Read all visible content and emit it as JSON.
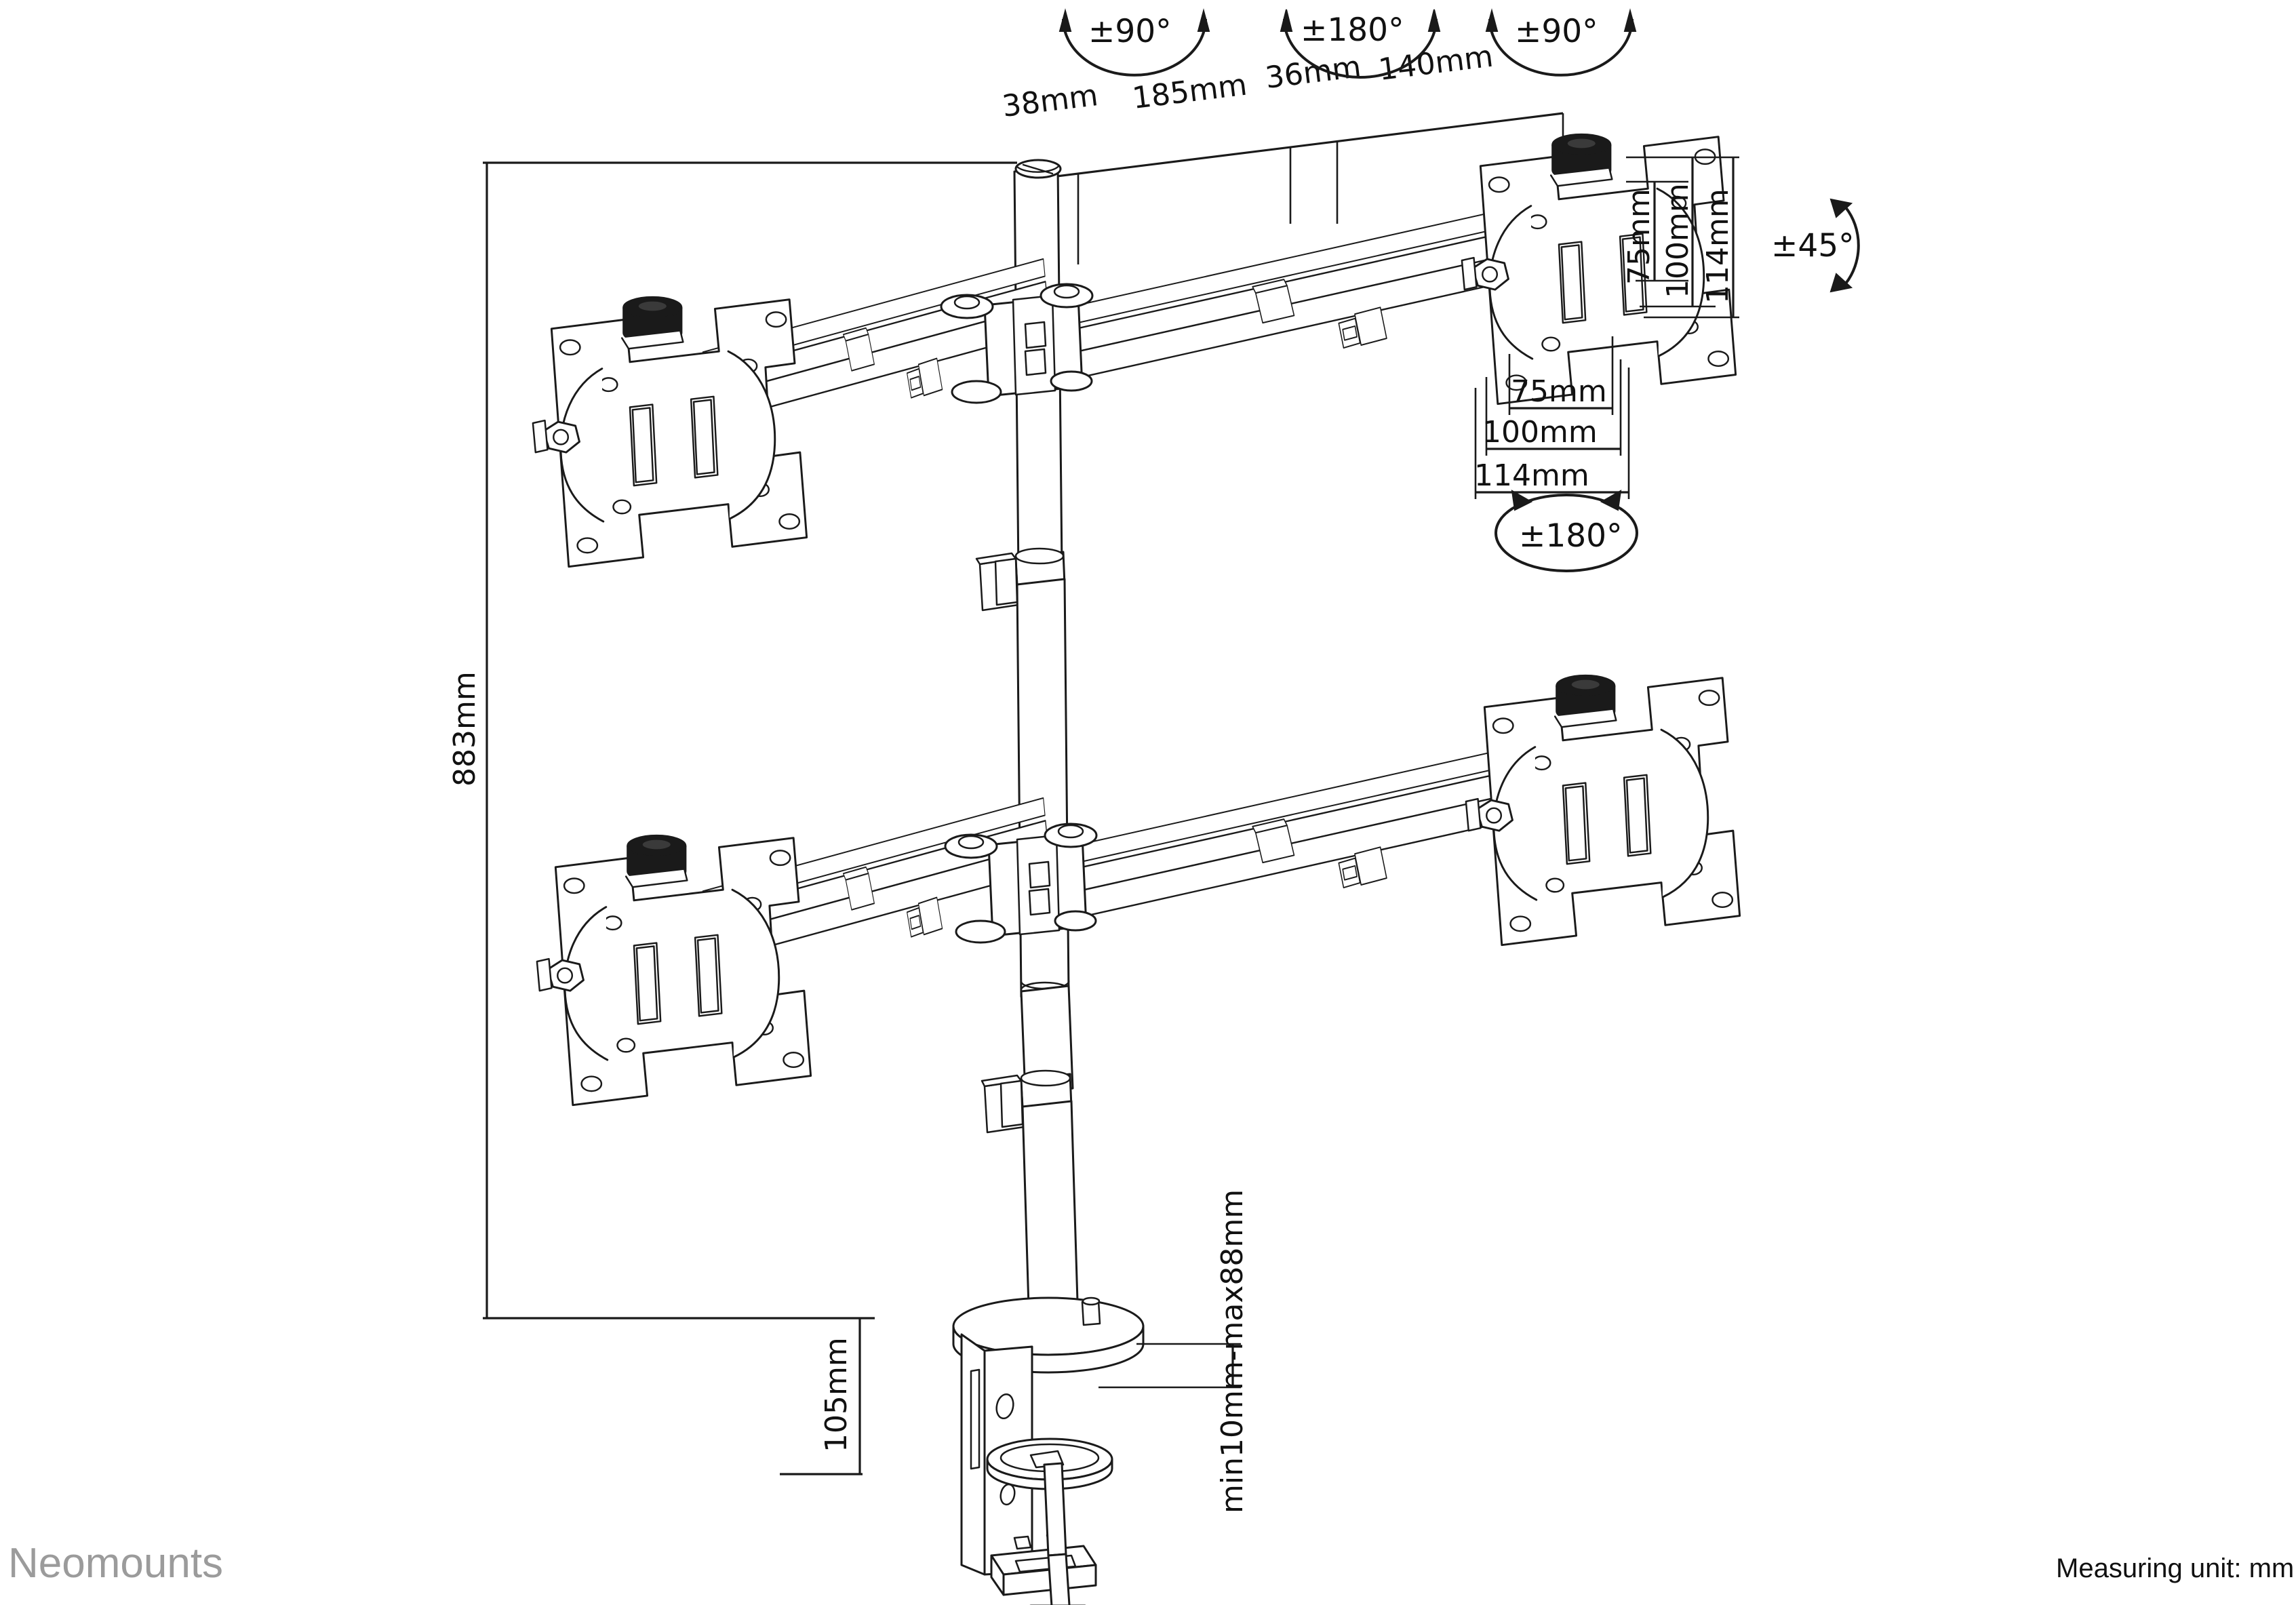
{
  "document": {
    "type": "technical-dimension-drawing",
    "subject": "Quad monitor desk mount with two crossbars on a central pole and desk clamp",
    "brand": "Neomounts",
    "unit_note": "Measuring unit: mm"
  },
  "dimensions": {
    "top_chain": [
      {
        "id": "d38",
        "label": "38mm",
        "value": 38
      },
      {
        "id": "d185",
        "label": "185mm",
        "value": 185
      },
      {
        "id": "d36",
        "label": "36mm",
        "value": 36
      },
      {
        "id": "d140",
        "label": "140mm",
        "value": 140
      }
    ],
    "height_total": {
      "label": "883mm",
      "value": 883
    },
    "clamp_height": {
      "label": "105mm",
      "value": 105
    },
    "clamp_range": {
      "label": "min10mm-max88mm",
      "min": 10,
      "max": 88
    },
    "vesa_vertical": [
      {
        "label": "75mm",
        "value": 75
      },
      {
        "label": "100mm",
        "value": 100
      },
      {
        "label": "114mm",
        "value": 114
      }
    ],
    "vesa_horizontal": [
      {
        "label": "75mm",
        "value": 75
      },
      {
        "label": "100mm",
        "value": 100
      },
      {
        "label": "114mm",
        "value": 114
      }
    ]
  },
  "rotation_callouts": [
    {
      "id": "rot-pole-tilt",
      "label": "±90°",
      "position": "top-left"
    },
    {
      "id": "rot-arm-swivel",
      "label": "±180°",
      "position": "top-middle"
    },
    {
      "id": "rot-arm-joint",
      "label": "±90°",
      "position": "top-right"
    },
    {
      "id": "rot-screen-tilt",
      "label": "±45°",
      "position": "right"
    },
    {
      "id": "rot-screen-rotate",
      "label": "±180°",
      "position": "right-lower"
    }
  ],
  "footer": {
    "brand": "Neomounts",
    "measuring_unit": "Measuring unit: mm"
  }
}
